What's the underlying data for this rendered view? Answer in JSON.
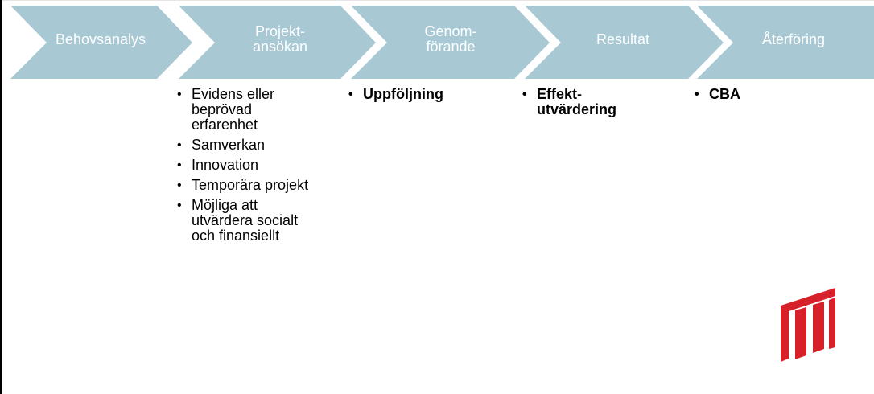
{
  "process": {
    "steps": [
      {
        "label": "Behovsanalys"
      },
      {
        "label": "Projekt-\nansökan"
      },
      {
        "label": "Genom-\nförande"
      },
      {
        "label": "Resultat"
      },
      {
        "label": "Återföring"
      }
    ]
  },
  "columns": {
    "projektansokan": {
      "items": [
        "Evidens eller beprövad erfarenhet",
        "Samverkan",
        "Innovation",
        "Temporära projekt",
        "Möjliga att utvärdera socialt och finansiellt"
      ]
    },
    "genomforande": {
      "items": [
        "Uppföljning"
      ]
    },
    "resultat": {
      "items": [
        "Effekt-\nutvärdering"
      ]
    },
    "aterforing": {
      "items": [
        "CBA"
      ]
    }
  },
  "colors": {
    "chevron_fill": "#a8c8d4",
    "logo_red": "#d6202a"
  },
  "icons": {
    "logo": "red-stripes-logo"
  }
}
